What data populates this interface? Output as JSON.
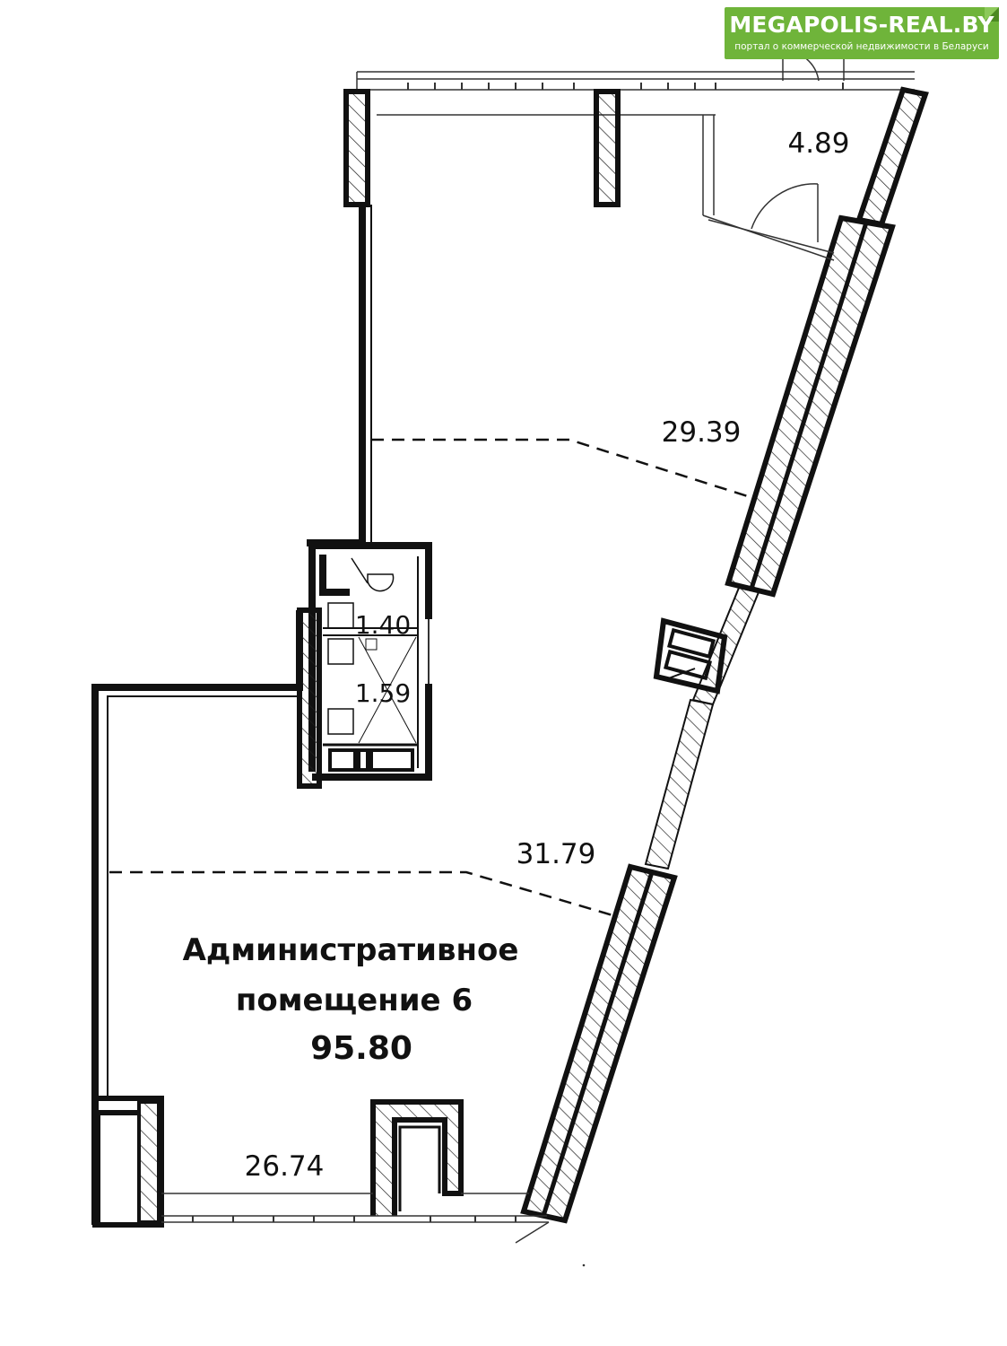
{
  "banner": {
    "title": "MEGAPOLIS-REAL.BY",
    "subtitle": "портал о коммерческой недвижимости в Беларуси",
    "color": "#6fb43a"
  },
  "plan": {
    "title_line1": "Административное",
    "title_line2": "помещение 6",
    "total_area": "95.80",
    "room_areas": {
      "vestibule": "4.89",
      "upper_zone": "29.39",
      "wc": "1.40",
      "shower": "1.59",
      "middle_zone": "31.79",
      "lower_zone": "26.74"
    }
  }
}
